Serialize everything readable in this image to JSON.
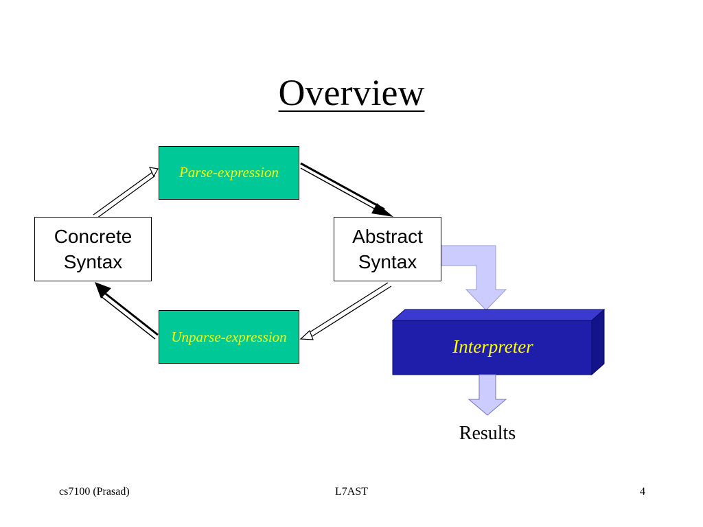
{
  "slide": {
    "title": "Overview"
  },
  "diagram": {
    "nodes": {
      "concrete": {
        "line1": "Concrete",
        "line2": "Syntax"
      },
      "abstract": {
        "line1": "Abstract",
        "line2": "Syntax"
      },
      "parse": "Parse-expression",
      "unparse": "Unparse-expression",
      "interpreter": "Interpreter",
      "results": "Results"
    },
    "colors": {
      "process_fill": "#00c896",
      "process_text": "#ffff00",
      "interpreter_fill": "#1e1eaa",
      "interpreter_top": "#3a3ad0",
      "interpreter_side": "#14148a",
      "block_arrow_fill": "#ccccff"
    }
  },
  "footer": {
    "left": "cs7100 (Prasad)",
    "center": "L7AST",
    "page": "4"
  }
}
